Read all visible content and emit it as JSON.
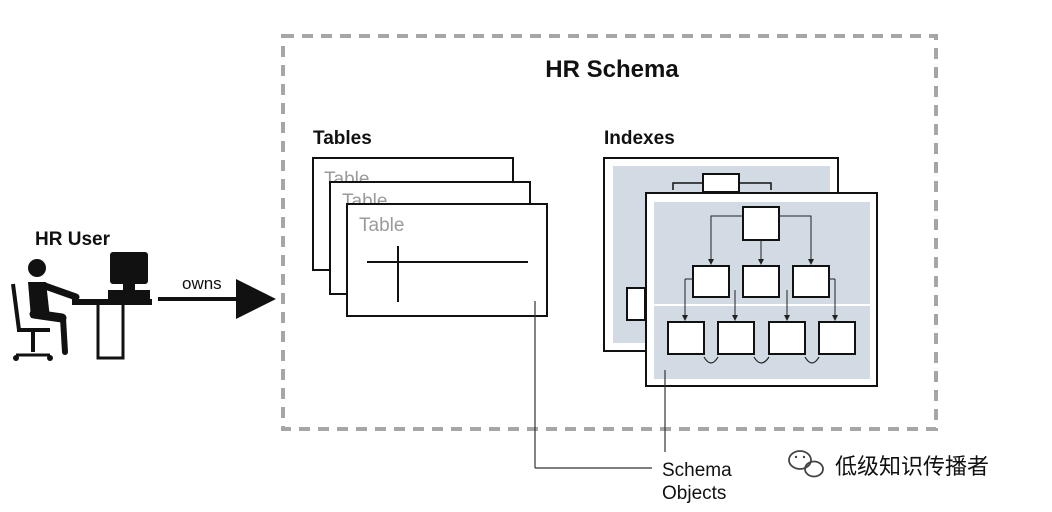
{
  "schema_title": "HR Schema",
  "user_label": "HR User",
  "owns_label": "owns",
  "tables_heading": "Tables",
  "indexes_heading": "Indexes",
  "table_card_label": "Table",
  "callout_line1": "Schema",
  "callout_line2": "Objects",
  "watermark": "低级知识传播者",
  "colors": {
    "dash_border": "#a6a6a6",
    "index_fill": "#d2dbe3",
    "ink": "#111111",
    "ghost_text": "#9a9a9a"
  },
  "icons": [
    "user-at-computer-icon",
    "wechat-icon"
  ]
}
